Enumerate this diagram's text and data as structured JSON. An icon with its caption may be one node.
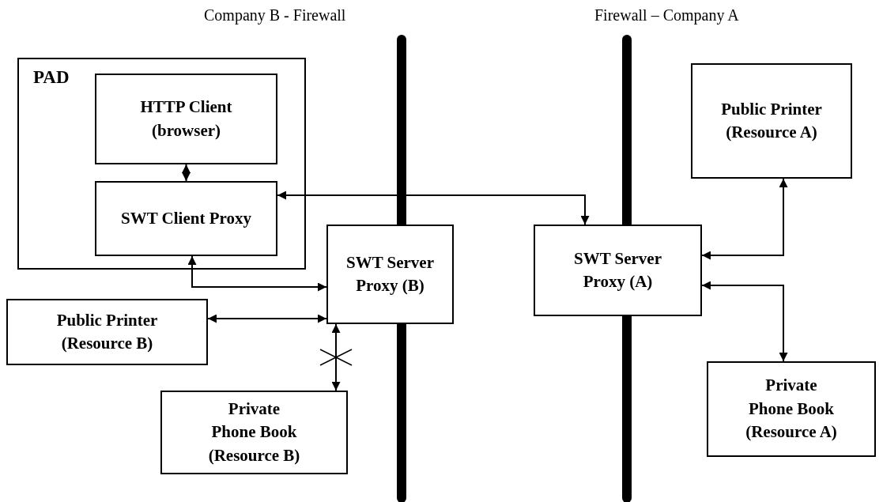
{
  "diagram": {
    "nodes": [
      {
        "text": [
          "PAD"
        ]
      },
      {
        "text": [
          "HTTP Client (browser)"
        ],
        "in": 0
      },
      {
        "text": [
          "SWT Client Proxy"
        ],
        "in": 0
      },
      {
        "text": [
          "SWT Server Proxy (B)"
        ]
      },
      {
        "text": [
          "SWT Server Proxy (A)"
        ]
      },
      {
        "text": [
          "Public Printer (Resource A)"
        ]
      },
      {
        "text": [
          "Public Printer (Resource B)"
        ]
      },
      {
        "text": [
          "Private Phone Book (Resource B)"
        ]
      },
      {
        "text": [
          "Private Phone Book (Resource A)"
        ]
      }
    ],
    "edges": [
      {
        "from": 1,
        "to": 2,
        "arrow": "both"
      },
      {
        "from": 2,
        "to": 4,
        "arrow": "both"
      },
      {
        "from": 2,
        "to": 3,
        "arrow": "both"
      },
      {
        "from": 6,
        "to": 3,
        "arrow": "both"
      },
      {
        "from": 3,
        "to": 7,
        "arrow": "both"
      },
      {
        "from": 4,
        "to": 5,
        "arrow": "both"
      },
      {
        "from": 4,
        "to": 8,
        "arrow": "both"
      }
    ],
    "labels": [
      "Company B - Firewall",
      "Firewall – Company A"
    ]
  }
}
